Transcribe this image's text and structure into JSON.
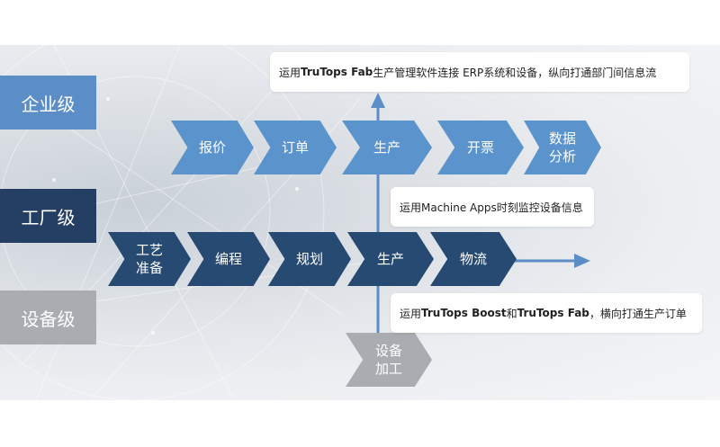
{
  "levels": {
    "enterprise": "企业级",
    "factory": "工厂级",
    "equipment": "设备级"
  },
  "enterprise_steps": [
    "报价",
    "订单",
    "生产",
    "开票",
    "数据\n分析"
  ],
  "factory_steps": [
    "工艺\n准备",
    "编程",
    "规划",
    "生产",
    "物流"
  ],
  "equipment_steps": [
    "设备\n加工"
  ],
  "callouts": {
    "top": {
      "prefix": "运用 ",
      "bold": "TruTops Fab",
      "suffix": " 生产管理软件连接 ERP系统和设备，纵向打通部门间信息流"
    },
    "middle": {
      "text": "运用Machine Apps时刻监控设备信息"
    },
    "bottom": {
      "prefix": "运用 ",
      "bold1": "TruTops Boost",
      "mid": "和",
      "bold2": "TruTops Fab",
      "suffix": "，横向打通生产订单"
    }
  },
  "colors": {
    "enterprise": "#5b8ec6",
    "factory": "#243f63",
    "equipment": "#a9acb1",
    "arrow": "#5b8ec6"
  }
}
